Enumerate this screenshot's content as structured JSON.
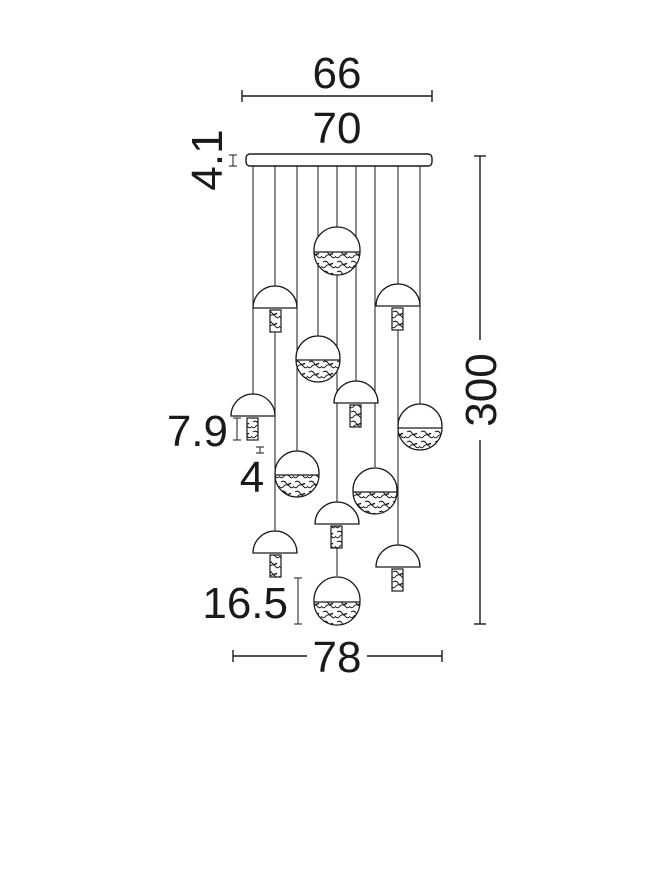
{
  "dimensions": {
    "top_width": "66",
    "canopy_width": "70",
    "canopy_height": "4.1",
    "total_height": "300",
    "shade_height": "7.9",
    "cylinder_height": "4",
    "globe_height": "16.5",
    "overall_width": "78"
  },
  "colors": {
    "line": "#1a1a1a",
    "background": "#ffffff"
  }
}
